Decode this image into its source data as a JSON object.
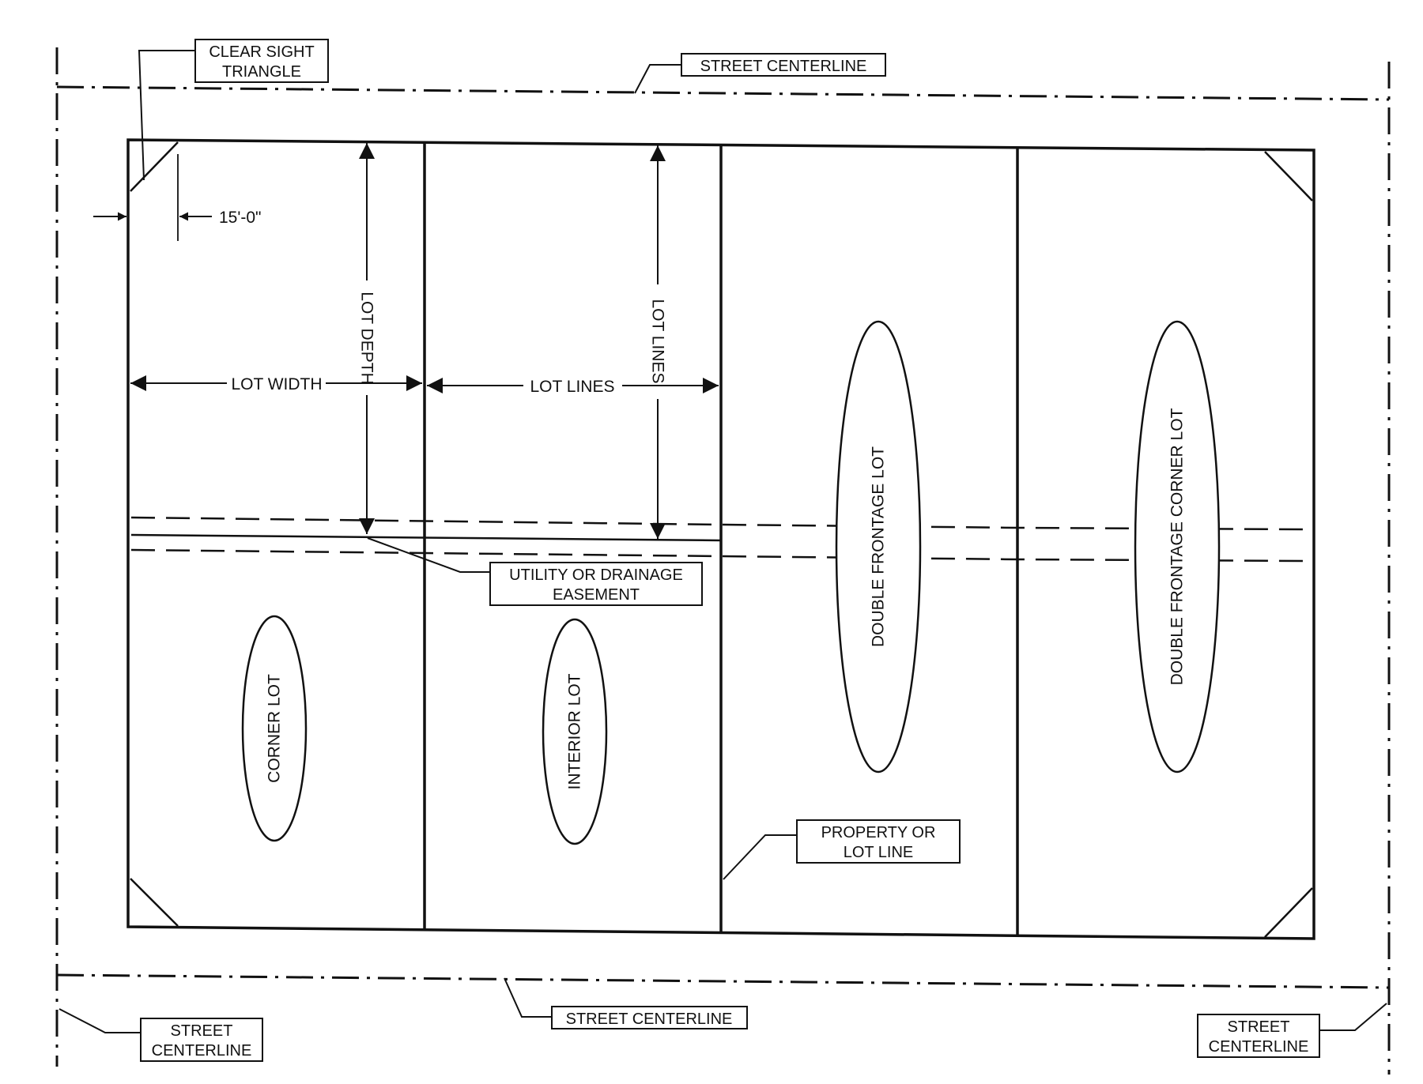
{
  "labels": {
    "clear_sight_triangle": [
      "CLEAR SIGHT",
      "TRIANGLE"
    ],
    "street_centerline_top": "STREET CENTERLINE",
    "street_centerline_bottom": "STREET CENTERLINE",
    "street_centerline_left": [
      "STREET",
      "CENTERLINE"
    ],
    "street_centerline_right": [
      "STREET",
      "CENTERLINE"
    ],
    "setback_dimension": "15'-0\"",
    "lot_width": "LOT WIDTH",
    "lot_lines_horizontal": "LOT LINES",
    "lot_depth": "LOT DEPTH",
    "lot_lines_vertical": "LOT LINES",
    "utility_easement": [
      "UTILITY OR DRAINAGE",
      "EASEMENT"
    ],
    "property_lot_line": [
      "PROPERTY OR",
      "LOT LINE"
    ]
  },
  "lots": [
    {
      "label": "CORNER LOT"
    },
    {
      "label": "INTERIOR LOT"
    },
    {
      "label": "DOUBLE FRONTAGE LOT"
    },
    {
      "label": "DOUBLE FRONTAGE CORNER LOT"
    }
  ],
  "colors": {
    "line": "#111111",
    "background": "#ffffff"
  }
}
